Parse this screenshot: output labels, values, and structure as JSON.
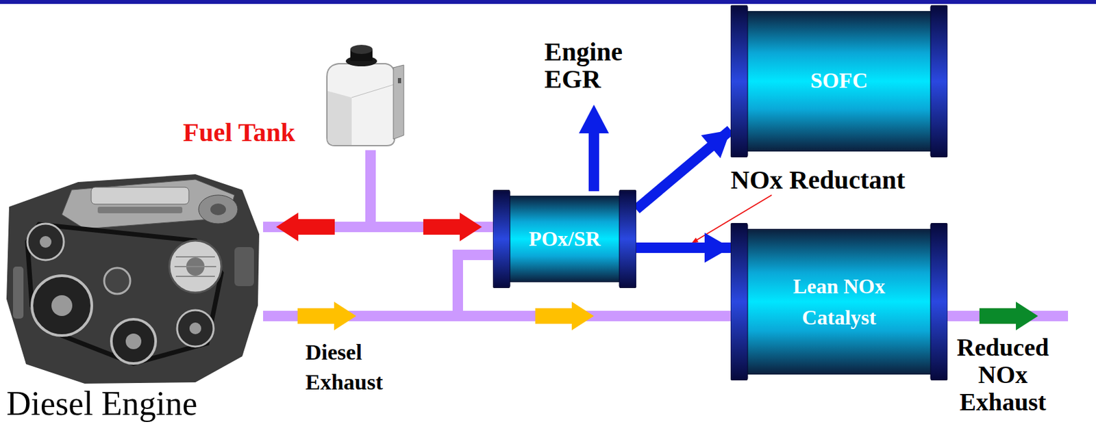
{
  "diagram": {
    "nodes": [
      {
        "text": [
          "Diesel Engine"
        ]
      },
      {
        "text": [
          "Fuel Tank"
        ]
      },
      {
        "text": [
          "POx/SR"
        ]
      },
      {
        "text": [
          "SOFC"
        ]
      },
      {
        "text": [
          "Lean NOx Catalyst"
        ]
      }
    ],
    "edges": [
      {
        "from": 1,
        "to": 0,
        "arrow": "to"
      },
      {
        "from": 1,
        "to": 2,
        "arrow": "to"
      },
      {
        "from": 0,
        "to": 4,
        "arrow": "to",
        "label": "Diesel Exhaust"
      },
      {
        "from": 0,
        "to": 2,
        "arrow": "to"
      },
      {
        "from": 2,
        "to": 3,
        "arrow": "to"
      },
      {
        "from": 2,
        "to": 4,
        "arrow": "to"
      }
    ],
    "labels": [
      "Engine EGR",
      "NOx Reductant",
      "Reduced NOx Exhaust"
    ]
  }
}
